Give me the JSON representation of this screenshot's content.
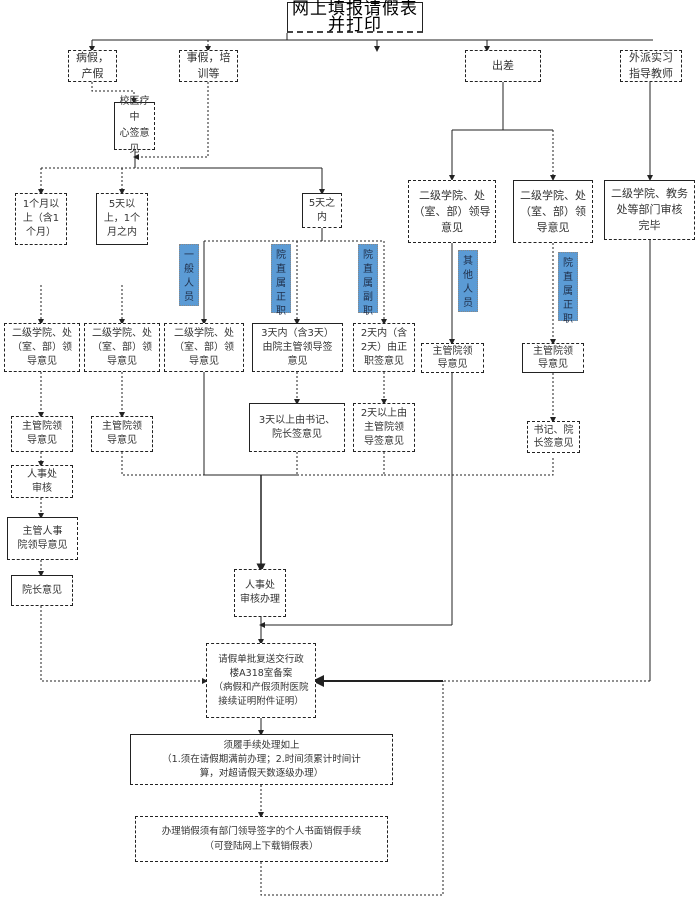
{
  "title": "网上填报请假表并打印",
  "row1": {
    "sick": "病假，产假",
    "personal": "事假，培训等",
    "business": "出差",
    "intern": "外派实习\n指导教师"
  },
  "hospital_sign": "校医疗中\n心签意见",
  "duration": {
    "over_month": "1个月以\n上（含1\n个月）",
    "five_to_month": "5天以\n上，1个\n月之内",
    "within_five": "5天之\n内"
  },
  "tags": {
    "general": "一\n般\n人\n员",
    "direct_chief": "院\n直\n属\n正\n职",
    "direct_deputy": "院\n直\n属\n副\n职",
    "other": "其\n他\n人\n员",
    "direct_chief2": "院\n直\n属\n正\n职"
  },
  "business_branch": {
    "dept_a": "二级学院、处\n（室、部）领导\n意见",
    "dept_b": "二级学院、处\n（室、部）领\n导意见",
    "intern_done": "二级学院、教务\n处等部门审核\n完毕"
  },
  "level3": {
    "a": "二级学院、处\n（室、部）领\n导意见",
    "b": "二级学院、处\n（室、部）领\n导意见",
    "c": "二级学院、处\n（室、部）领\n导意见",
    "d": "3天内（含3天）\n由院主管领导签\n意见",
    "e": "2天内（含\n2天）由正\n职签意见",
    "f": "主管院领\n导意见",
    "g": "主管院领\n导意见"
  },
  "level4": {
    "a": "主管院领\n导意见",
    "b": "主管院领\n导意见",
    "d": "3天以上由书记、\n院长签意见",
    "e": "2天以上由\n主管院领\n导签意见",
    "g": "书记、院\n长签意见"
  },
  "hr_review": "人事处\n审核",
  "hr_leader": "主管人事\n院领导意见",
  "president": "院长意见",
  "hr_process": "人事处\n审核办理",
  "submit": "请假单批复送交行政\n楼A318室备案\n（病假和产假须附医院\n接续证明附件证明）",
  "notice": "须履手续处理如上\n（1.须在请假期满前办理；2.时间须累计时间计\n算，对超请假天数逐级办理）",
  "final": "办理销假须有部门领导签字的个人书面销假手续\n（可登陆网上下载销假表）"
}
